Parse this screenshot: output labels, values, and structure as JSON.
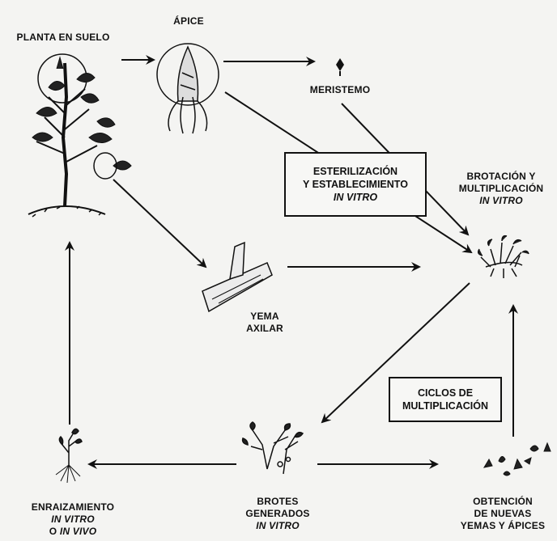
{
  "labels": {
    "planta": "PLANTA EN SUELO",
    "apice": "ÁPICE",
    "meristemo": "MERISTEMO",
    "yema_line1": "YEMA",
    "yema_line2": "AXILAR",
    "brotacion_line1": "BROTACIÓN Y",
    "brotacion_line2": "MULTIPLICACIÓN",
    "brotacion_line3": "IN VITRO",
    "brotes_line1": "BROTES",
    "brotes_line2": "GENERADOS",
    "brotes_line3": "IN VITRO",
    "enraiz_line1": "ENRAIZAMIENTO",
    "enraiz_line2": "IN VITRO",
    "enraiz_line3_prefix": "O ",
    "enraiz_line3_italic": "IN VIVO",
    "obtencion_line1": "OBTENCIÓN",
    "obtencion_line2": "DE NUEVAS",
    "obtencion_line3": "YEMAS Y ÁPICES"
  },
  "boxes": {
    "esterilizacion_line1": "ESTERILIZACIÓN",
    "esterilizacion_line2": "Y ESTABLECIMIENTO",
    "esterilizacion_line3": "IN VITRO",
    "ciclos_line1": "CICLOS DE",
    "ciclos_line2": "MULTIPLICACIÓN"
  },
  "colors": {
    "ink": "#111111",
    "background": "#f4f4f2"
  }
}
